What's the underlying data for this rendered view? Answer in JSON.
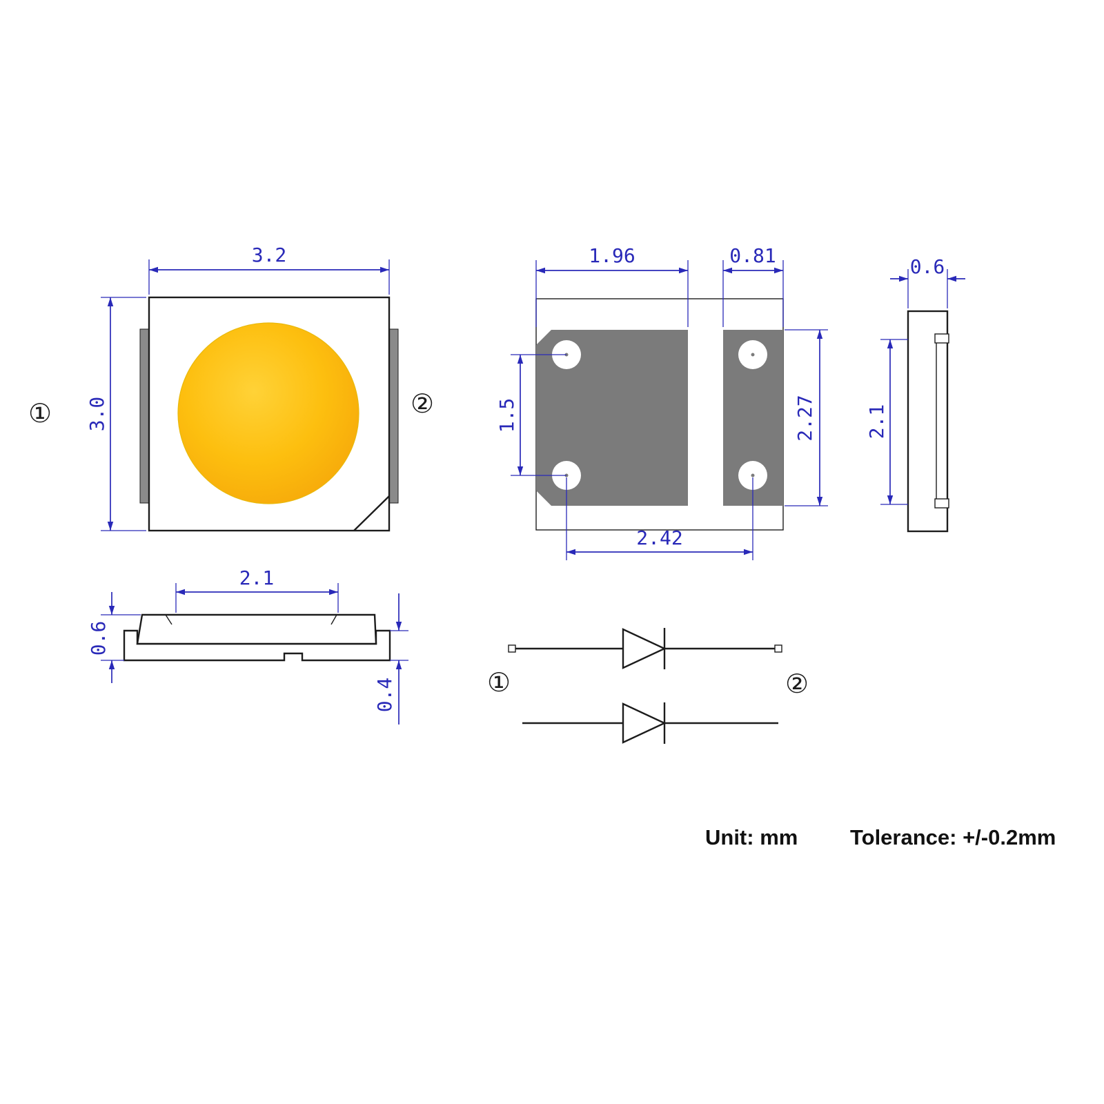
{
  "footer": {
    "unit": "Unit: mm",
    "tolerance": "Tolerance: +/-0.2mm"
  },
  "colors": {
    "dimension_blue": "#2929b8",
    "outline_ink": "#1c1c1c",
    "pad_gray": "#7b7b7b",
    "electrode_gray": "#8a8a8a",
    "background": "#ffffff",
    "phosphor_center": "#ffd237",
    "phosphor_main": "#fdbf0f",
    "phosphor_edge": "#f6a80a"
  },
  "top_view": {
    "pin1_label": "①",
    "pin2_label": "②",
    "width_dim": "3.2",
    "height_dim": "3.0"
  },
  "pad_layout_view": {
    "left_pad_width_dim": "1.96",
    "right_pad_width_dim": "0.81",
    "hole_vertical_pitch_dim": "1.5",
    "pad_height_dim": "2.27",
    "hole_horizontal_pitch_dim": "2.42"
  },
  "side_view": {
    "width_dim": "0.6",
    "inner_height_dim": "2.1"
  },
  "front_view": {
    "top_width_dim": "2.1",
    "body_height_dim": "0.6",
    "terminal_height_dim": "0.4"
  },
  "schematic": {
    "pin1_label": "①",
    "pin2_label": "②"
  }
}
